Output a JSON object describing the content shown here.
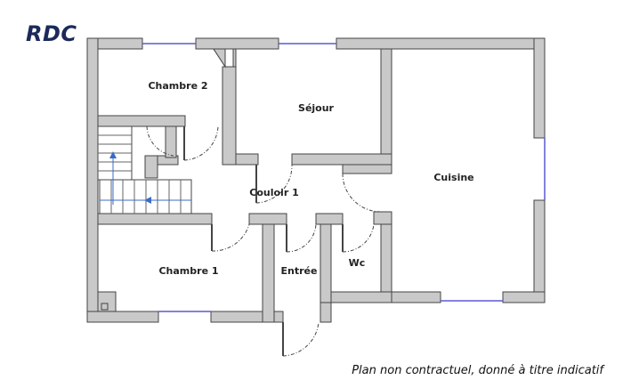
{
  "title": "RDC",
  "disclaimer": "Plan non contractuel, donné à titre indicatif",
  "rooms": {
    "chambre2": "Chambre 2",
    "sejour": "Séjour",
    "cuisine": "Cuisine",
    "couloir": "Couloir 1",
    "chambre1": "Chambre 1",
    "entree": "Entrée",
    "wc": "Wc"
  },
  "colors": {
    "wall": "#c9c9c9",
    "window": "#5a5ad0",
    "stairs_arrow": "#3a6cc8",
    "title": "#1b2a5a"
  }
}
